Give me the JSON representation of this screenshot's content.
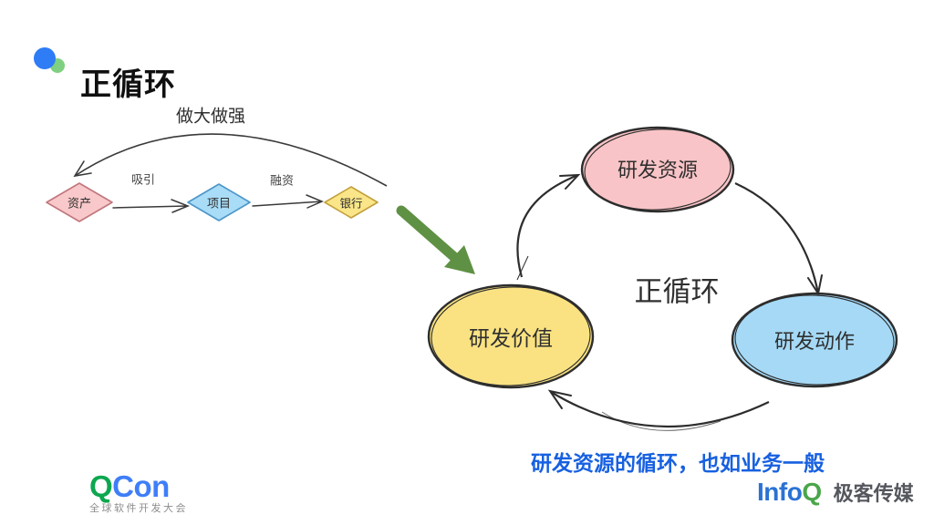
{
  "slide": {
    "title": "正循环",
    "caption": "研发资源的循环，也如业务一般"
  },
  "flow_diagram": {
    "loop_label": "做大做强",
    "edge_labels": [
      "吸引",
      "融资"
    ],
    "nodes": [
      {
        "id": "assets",
        "label": "资产",
        "fill": "#f9c8ca",
        "stroke": "#c0777c"
      },
      {
        "id": "project",
        "label": "项目",
        "fill": "#a9dcf7",
        "stroke": "#4c96c8"
      },
      {
        "id": "bank",
        "label": "银行",
        "fill": "#fae688",
        "stroke": "#c2a13d"
      }
    ]
  },
  "cycle_diagram": {
    "center_label": "正循环",
    "nodes": [
      {
        "id": "rd-resources",
        "label": "研发资源",
        "fill": "#f9c4c7"
      },
      {
        "id": "rd-actions",
        "label": "研发动作",
        "fill": "#a5d9f6"
      },
      {
        "id": "rd-value",
        "label": "研发价值",
        "fill": "#fae282"
      }
    ]
  },
  "footer": {
    "qcon_q": "Q",
    "qcon_con": "Con",
    "qcon_subtitle": "全球软件开发大会",
    "infoq_info": "Info",
    "infoq_q": "Q",
    "infoq_brand": "极客传媒"
  },
  "colors": {
    "logo_blue": "#2e7cf6",
    "logo_green": "#7fd080",
    "big_arrow_green": "#5f9144",
    "caption_blue": "#1760e0",
    "qcon_green": "#0da750",
    "qcon_blue": "#3f7ef8",
    "infoq_blue": "#2a72d4",
    "infoq_green": "#4aa64a",
    "sketch_stroke": "#2d2d2d"
  }
}
